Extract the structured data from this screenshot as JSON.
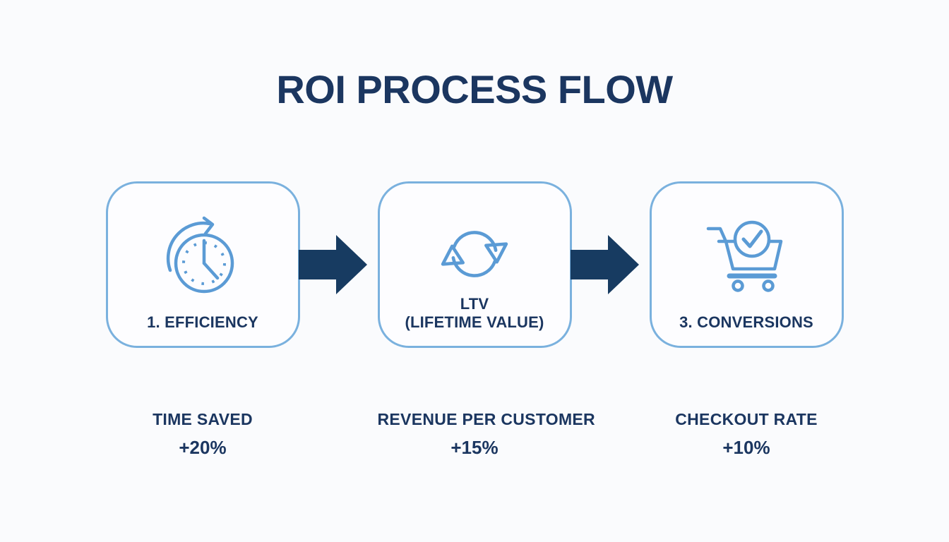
{
  "title": "ROI PROCESS FLOW",
  "colors": {
    "background": "#fafbfd",
    "box_border": "#7ab1de",
    "icon_blue": "#5b9bd5",
    "text_navy": "#1b3660",
    "arrow_navy": "#173b61"
  },
  "steps": [
    {
      "id": "efficiency",
      "icon": "clock-rotate-icon",
      "label": "1. EFFICIENCY",
      "metric_label": "TIME SAVED",
      "metric_value": "+20%"
    },
    {
      "id": "ltv",
      "icon": "cycle-arrows-icon",
      "label": "LTV\n(LIFETIME VALUE)",
      "metric_label": "REVENUE PER CUSTOMER",
      "metric_value": "+15%"
    },
    {
      "id": "conversions",
      "icon": "cart-check-icon",
      "label": "3. CONVERSIONS",
      "metric_label": "CHECKOUT RATE",
      "metric_value": "+10%"
    }
  ]
}
